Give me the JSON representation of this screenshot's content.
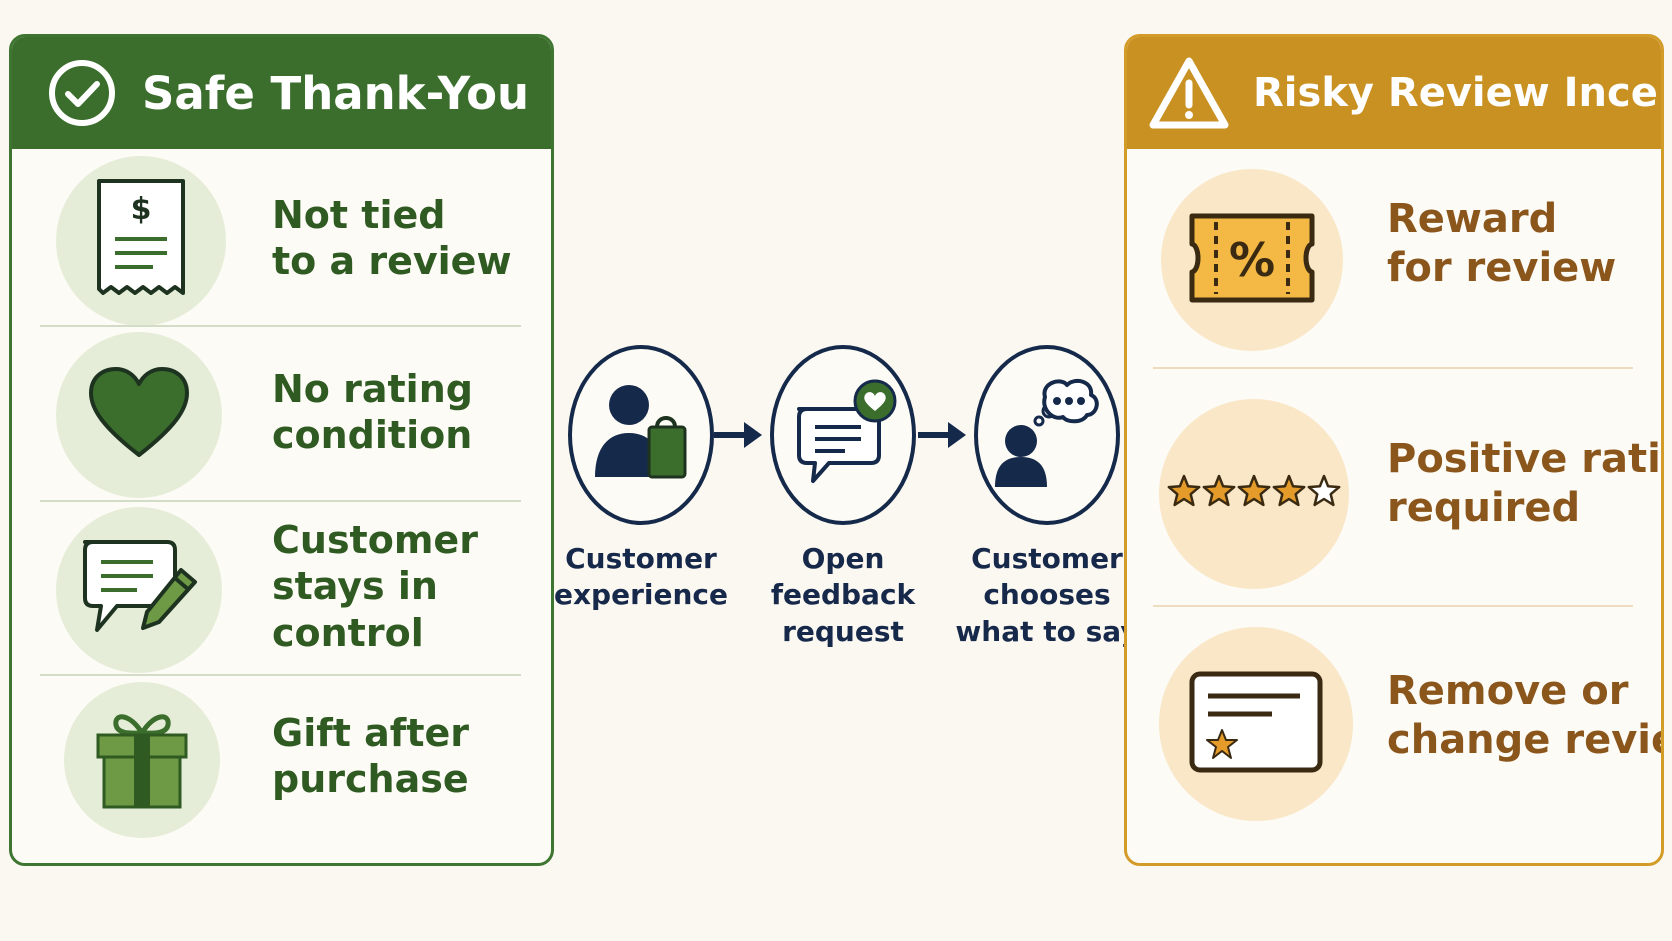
{
  "safe_panel": {
    "title": "Safe Thank-You",
    "accent_color": "#3b6e2c",
    "items": [
      {
        "icon": "receipt-icon",
        "line1": "Not tied",
        "line2": "to a review",
        "line3": ""
      },
      {
        "icon": "heart-icon",
        "line1": "No rating",
        "line2": "condition",
        "line3": ""
      },
      {
        "icon": "speech-pencil-icon",
        "line1": "Customer",
        "line2": "stays in",
        "line3": "control"
      },
      {
        "icon": "gift-icon",
        "line1": "Gift after",
        "line2": "purchase",
        "line3": ""
      }
    ]
  },
  "flow": {
    "steps": [
      {
        "icon": "customer-shopping-bag-icon",
        "line1": "Customer",
        "line2": "experience",
        "line3": ""
      },
      {
        "icon": "feedback-message-icon",
        "line1": "Open",
        "line2": "feedback",
        "line3": "request"
      },
      {
        "icon": "customer-thought-icon",
        "line1": "Customer",
        "line2": "chooses",
        "line3": "what to say"
      }
    ]
  },
  "risky_panel": {
    "title": "Risky Review Incentive",
    "accent_color": "#c99122",
    "items": [
      {
        "icon": "coupon-percent-icon",
        "line1": "Reward",
        "line2": "for review"
      },
      {
        "icon": "star-rating-icon",
        "line1": "Positive rating",
        "line2": "required",
        "rating": 4,
        "rating_max": 5
      },
      {
        "icon": "review-card-icon",
        "line1": "Remove or",
        "line2": "change review"
      }
    ]
  }
}
